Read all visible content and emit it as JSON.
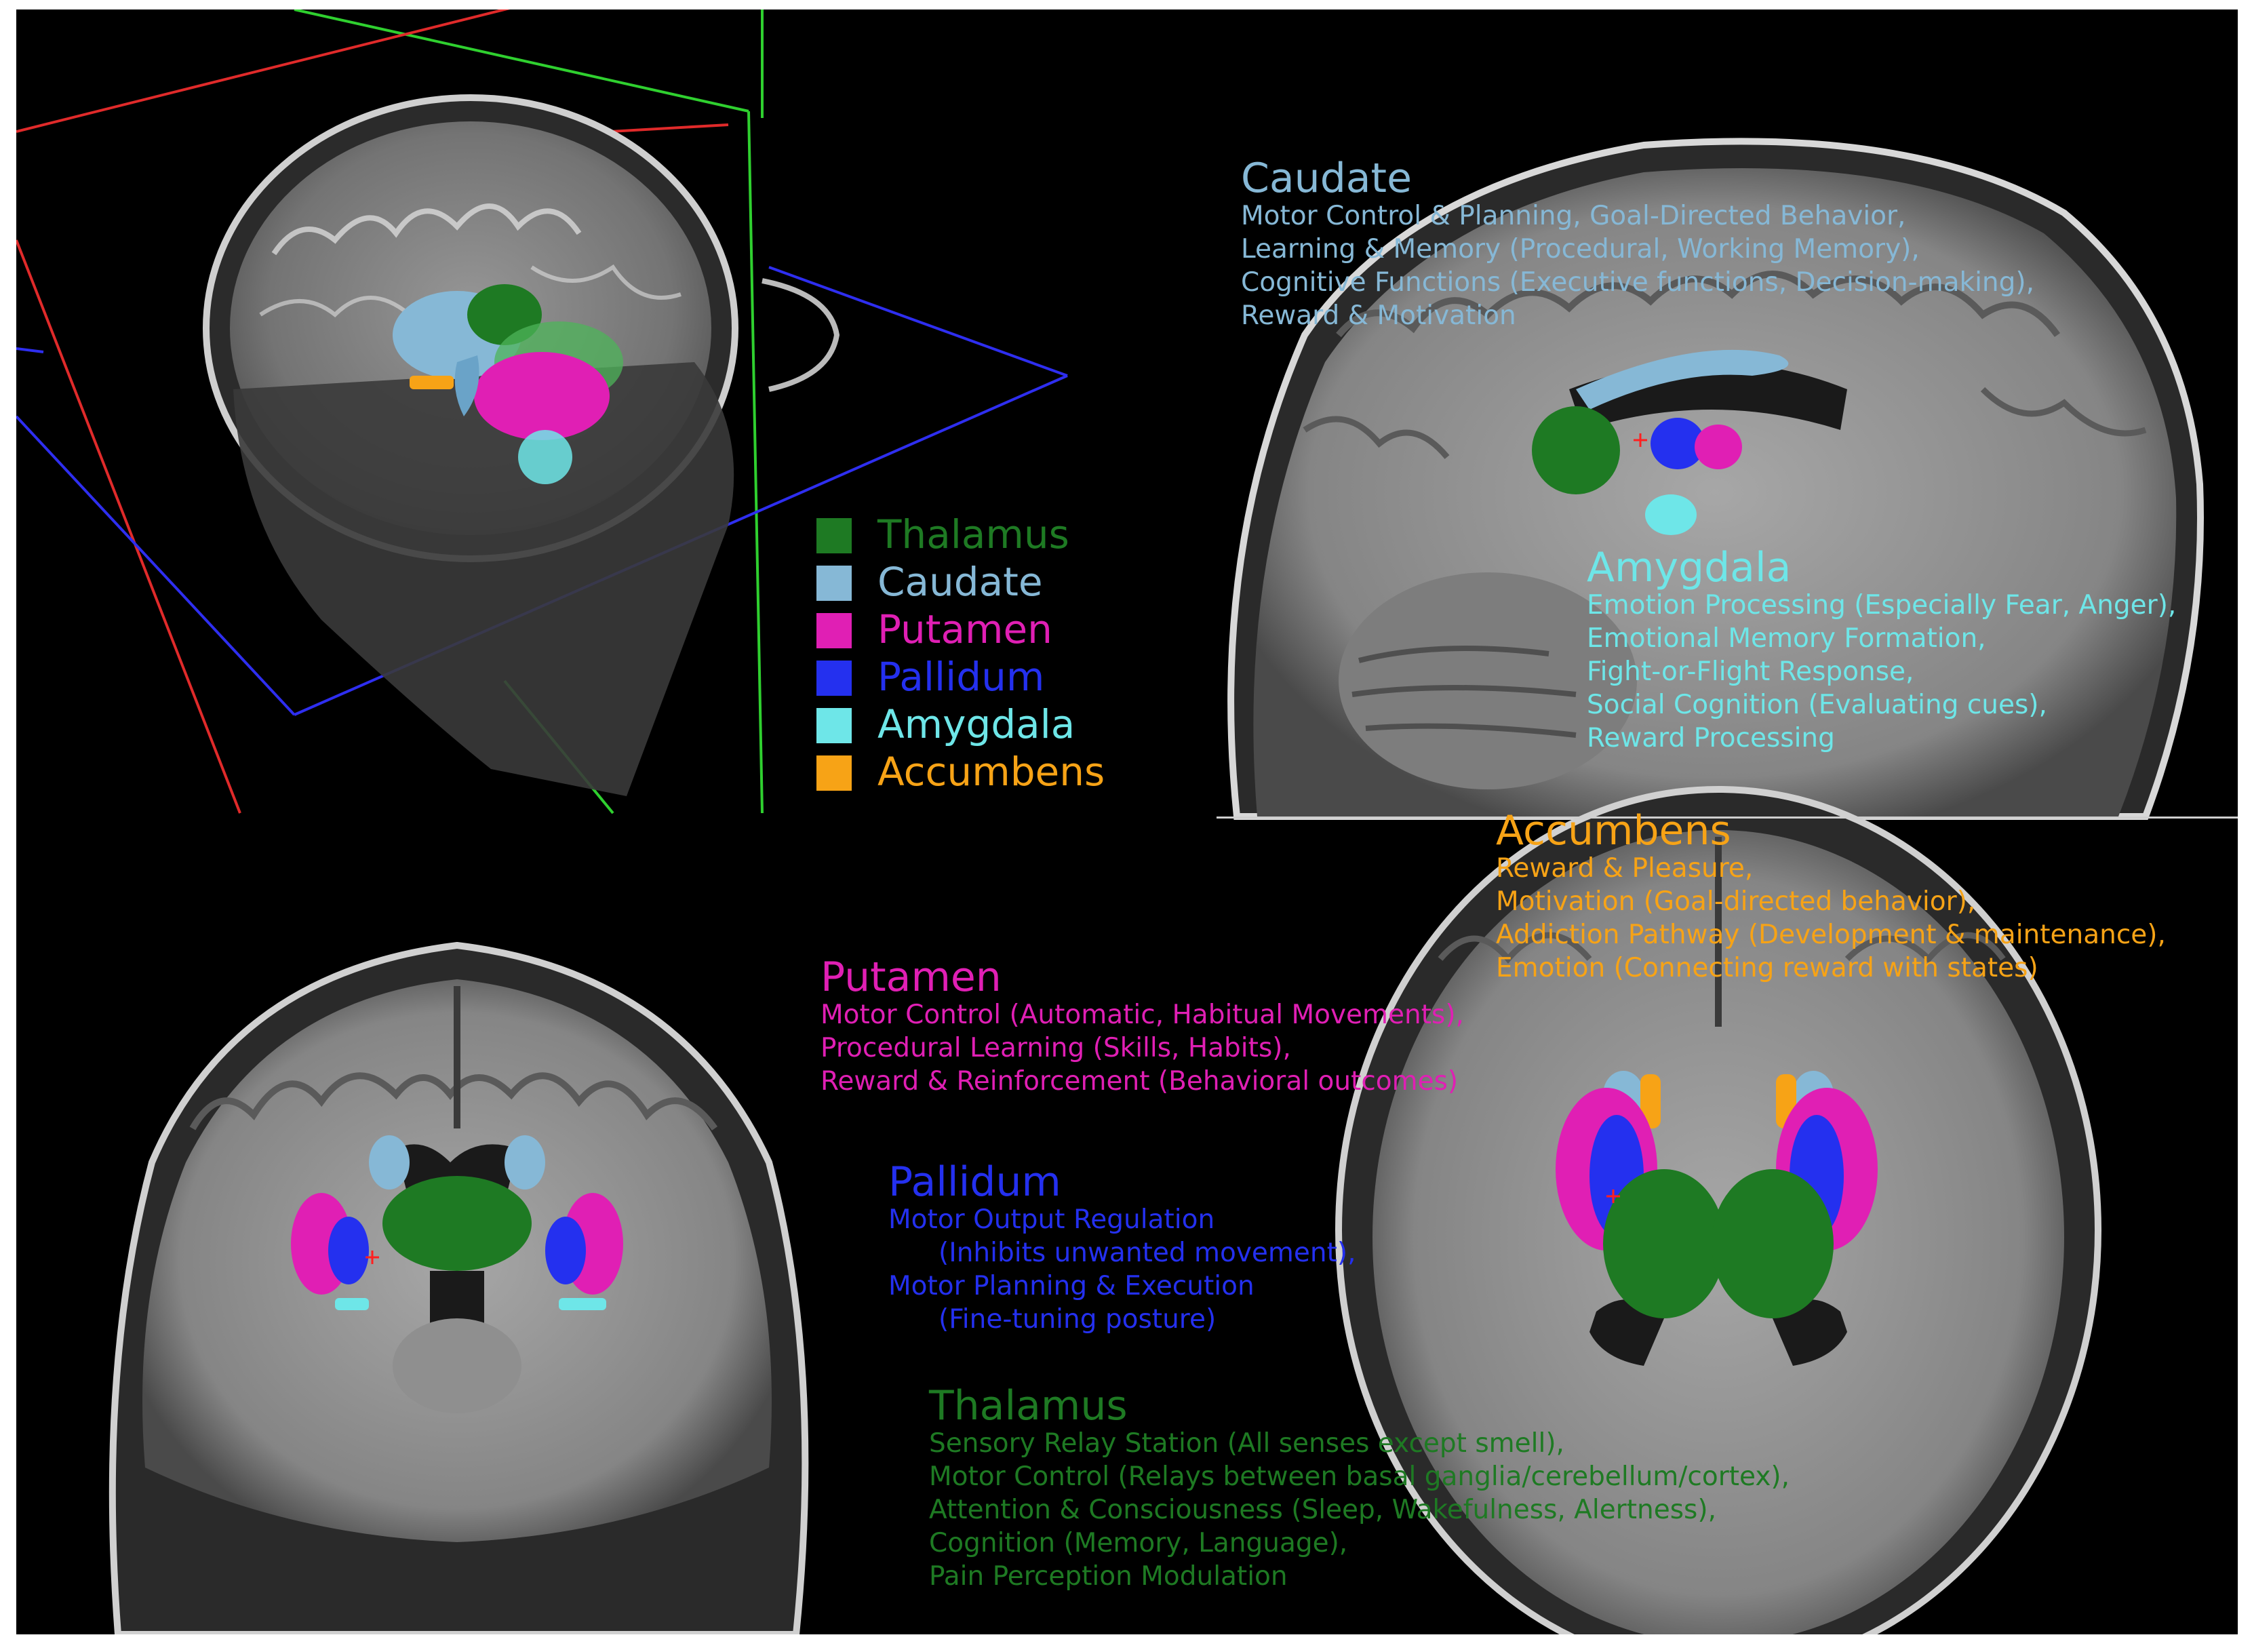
{
  "colors": {
    "thalamus": "#1e7a23",
    "caudate": "#86b8d6",
    "putamen": "#e01fb4",
    "pallidum": "#2430ef",
    "amygdala": "#6ee6e8",
    "accumbens": "#f7a316"
  },
  "legend": [
    {
      "label": "Thalamus",
      "color": "#1e7a23"
    },
    {
      "label": "Caudate",
      "color": "#86b8d6"
    },
    {
      "label": "Putamen",
      "color": "#e01fb4"
    },
    {
      "label": "Pallidum",
      "color": "#2430ef"
    },
    {
      "label": "Amygdala",
      "color": "#6ee6e8"
    },
    {
      "label": "Accumbens",
      "color": "#f7a316"
    }
  ],
  "regions": {
    "caudate": {
      "title": "Caudate",
      "lines": [
        "Motor Control & Planning, Goal-Directed Behavior,",
        "Learning & Memory (Procedural, Working Memory),",
        "Cognitive Functions (Executive functions, Decision-making),",
        "Reward & Motivation"
      ]
    },
    "amygdala": {
      "title": "Amygdala",
      "lines": [
        "Emotion Processing (Especially Fear, Anger),",
        "Emotional Memory Formation,",
        "Fight-or-Flight Response,",
        "Social Cognition (Evaluating cues),",
        "Reward Processing"
      ]
    },
    "accumbens": {
      "title": "Accumbens",
      "lines": [
        "Reward & Pleasure,",
        "Motivation (Goal-directed behavior),",
        "Addiction Pathway (Development & maintenance),",
        "Emotion (Connecting reward with states)"
      ]
    },
    "putamen": {
      "title": "Putamen",
      "lines": [
        "Motor Control (Automatic, Habitual Movements),",
        "Procedural Learning (Skills, Habits),",
        "Reward & Reinforcement (Behavioral outcomes)"
      ]
    },
    "pallidum": {
      "title": "Pallidum",
      "lines": [
        "Motor Output Regulation",
        "(Inhibits unwanted movement),",
        "Motor Planning & Execution",
        "(Fine-tuning posture)"
      ]
    },
    "thalamus": {
      "title": "Thalamus",
      "lines": [
        "Sensory Relay Station (All senses except smell),",
        "Motor Control (Relays between basal ganglia/cerebellum/cortex),",
        "Attention & Consciousness (Sleep, Wakefulness, Alertness),",
        "Cognition (Memory, Language),",
        "Pain Perception Modulation"
      ]
    }
  }
}
